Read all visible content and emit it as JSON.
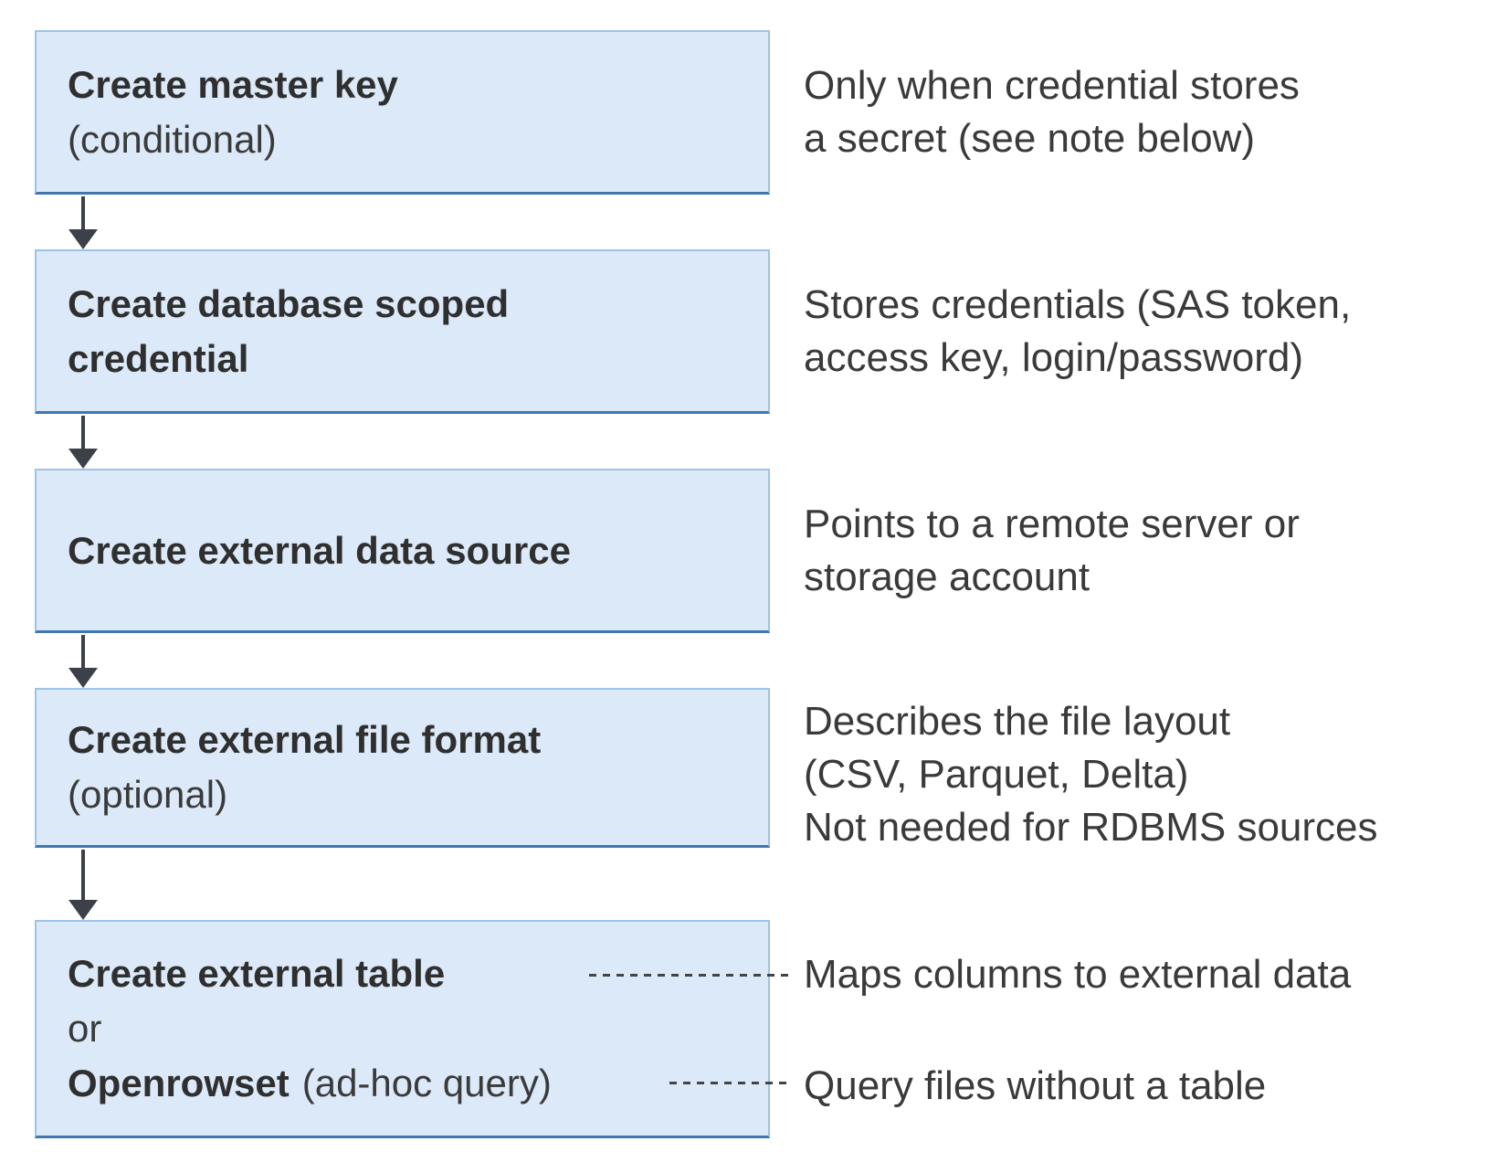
{
  "colors": {
    "box_fill": "#dce9f8",
    "box_border": "#9dc3e6",
    "box_underline": "#4176ae",
    "arrow": "#3c4048",
    "title_text": "#2f2f2f",
    "note_text": "#3a3a3a",
    "dash": "#444444"
  },
  "steps": [
    {
      "title": "Create master key",
      "qualifier": "(conditional)",
      "note_lines": [
        "Only when credential stores",
        "a secret (see note below)"
      ]
    },
    {
      "title": "Create database scoped credential",
      "note_lines": [
        "Stores credentials (SAS token,",
        "access key, login/password)"
      ]
    },
    {
      "title": "Create external data source",
      "note_lines": [
        "Points to a remote server or",
        "storage account"
      ]
    },
    {
      "title": "Create external file format",
      "qualifier": "(optional)",
      "note_lines": [
        "Describes the file layout",
        "(CSV, Parquet, Delta)",
        "Not needed for RDBMS sources"
      ]
    },
    {
      "option_a": "Create external table",
      "connector_word": "or",
      "option_b_bold": "Openrowset",
      "option_b_qualifier": "(ad-hoc query)",
      "note_a": "Maps columns to external data",
      "note_b": "Query files without a table"
    }
  ]
}
